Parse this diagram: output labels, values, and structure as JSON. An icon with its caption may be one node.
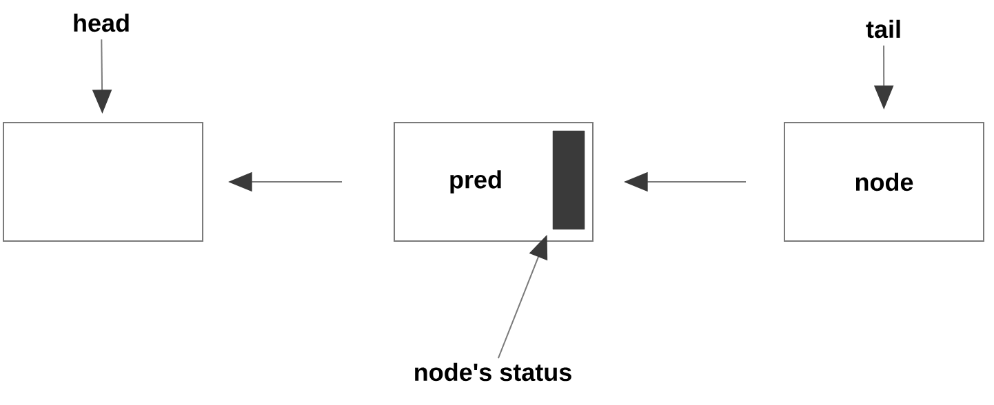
{
  "diagram": {
    "nodes": [
      {
        "text": [
          "head"
        ]
      },
      {
        "text": [],
        "shape": "box"
      },
      {
        "text": [
          "pred"
        ]
      },
      {
        "text": [],
        "shape": "bar",
        "in": 2
      },
      {
        "text": [
          "tail"
        ]
      },
      {
        "text": [
          "node"
        ]
      },
      {
        "text": [
          "node's status"
        ]
      }
    ],
    "edges": [
      {
        "from": 0,
        "to": 1,
        "arrow": "to"
      },
      {
        "from": 4,
        "to": 5,
        "arrow": "to"
      },
      {
        "from": 2,
        "to": 1,
        "arrow": "to"
      },
      {
        "from": 5,
        "to": 2,
        "arrow": "to"
      },
      {
        "from": 6,
        "to": 3,
        "arrow": "to"
      }
    ]
  }
}
